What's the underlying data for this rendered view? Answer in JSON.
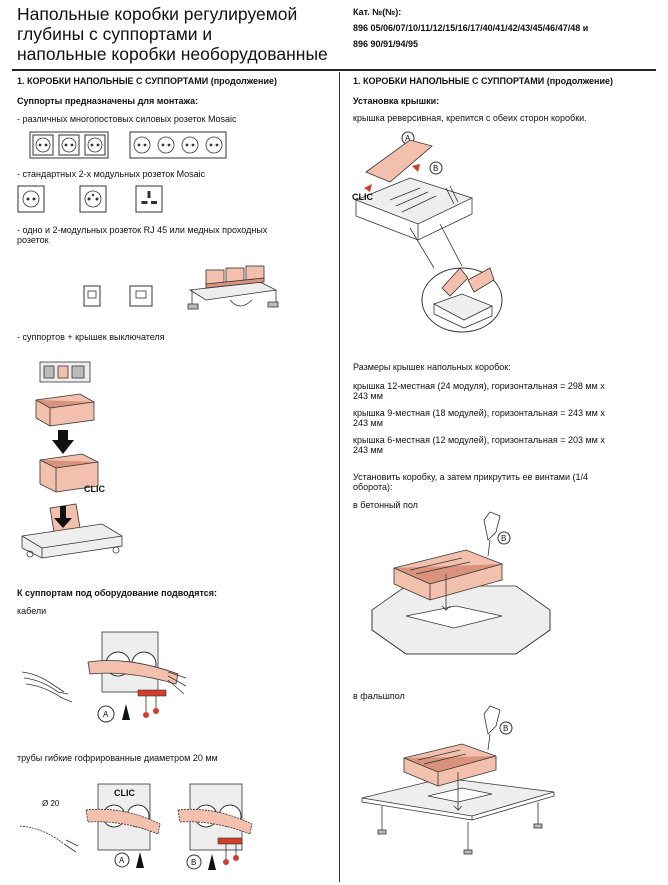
{
  "header": {
    "title_lines": [
      "Напольные коробки регулируемой",
      "глубины с суппортами и",
      "напольные коробки необорудованные"
    ],
    "cat_label": "Кат. №(№):",
    "cat_line1": "896 05/06/07/10/11/12/15/16/17/40/41/42/43/45/46/47/48 и",
    "cat_line2": "896 90/91/94/95"
  },
  "left": {
    "section_title": "1. КОРОБКИ НАПОЛЬНЫЕ С СУППОРТАМИ (продолжение)",
    "supports_title": "Суппорты предназначены для монтажа:",
    "item1": "- различных многопостовых силовых розеток Mosaic",
    "item2": "- стандартных 2-х модульных розеток Mosaic",
    "item3_line1": "- одно и 2-модульных розеток RJ 45 или медных проходных",
    "item3_line2": "розеток",
    "item4": "- суппортов + крышек выключателя",
    "clic": "CLIC",
    "feed_title": "К суппортам под оборудование подводятся:",
    "cables": "кабели",
    "tubes": "трубы гибкие гофрированные диаметром 20 мм",
    "diameter": "Ø 20",
    "mark_a": "A",
    "mark_b": "B"
  },
  "right": {
    "section_title": "1. КОРОБКИ НАПОЛЬНЫЕ С СУППОРТАМИ (продолжение)",
    "cover_title": "Установка крышки:",
    "cover_text": "крышка реверсивная, крепится с обеих сторон коробки.",
    "clic": "CLIC",
    "mark_a": "A",
    "mark_b": "B",
    "sizes_title": "Размеры крышек напольных коробок:",
    "size1_line1": "крышка 12-местная (24 модуля), горизонтальная = 298 мм x",
    "size1_line2": "243 мм",
    "size2_line1": "крышка 9-местная (18 модулей), горизонтальная = 243 мм x",
    "size2_line2": "243 мм",
    "size3_line1": "крышка 6-местная (12 модулей), горизонтальная = 203 мм x",
    "size3_line2": "243 мм",
    "install_line1": "Установить коробку, а затем прикрутить ее винтами (1/4",
    "install_line2": "оборота):",
    "concrete": "в бетонный пол",
    "raised": "в фальшпол"
  }
}
